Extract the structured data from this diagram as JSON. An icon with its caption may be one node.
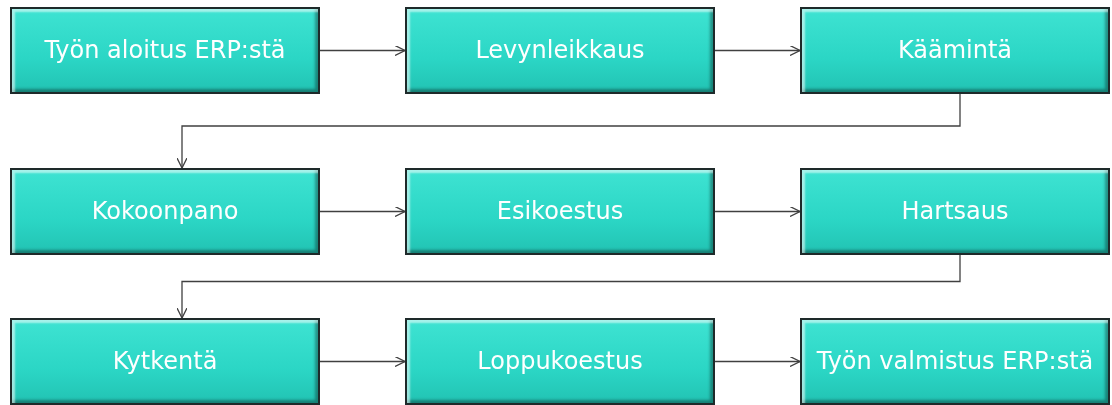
{
  "diagram": {
    "nodes": [
      {
        "text": [
          "Työn aloitus ERP:stä"
        ]
      },
      {
        "text": [
          "Levynleikkaus"
        ]
      },
      {
        "text": [
          "Käämintä"
        ]
      },
      {
        "text": [
          "Kokoonpano"
        ]
      },
      {
        "text": [
          "Esikoestus"
        ]
      },
      {
        "text": [
          "Hartsaus"
        ]
      },
      {
        "text": [
          "Kytkentä"
        ]
      },
      {
        "text": [
          "Loppukoestus"
        ]
      },
      {
        "text": [
          "Työn valmistus ERP:stä"
        ]
      }
    ],
    "edges": [
      {
        "from": 0,
        "to": 1,
        "arrow": "to"
      },
      {
        "from": 1,
        "to": 2,
        "arrow": "to"
      },
      {
        "from": 2,
        "to": 3,
        "arrow": "to"
      },
      {
        "from": 3,
        "to": 4,
        "arrow": "to"
      },
      {
        "from": 4,
        "to": 5,
        "arrow": "to"
      },
      {
        "from": 5,
        "to": 6,
        "arrow": "to"
      },
      {
        "from": 6,
        "to": 7,
        "arrow": "to"
      },
      {
        "from": 7,
        "to": 8,
        "arrow": "to"
      }
    ]
  }
}
